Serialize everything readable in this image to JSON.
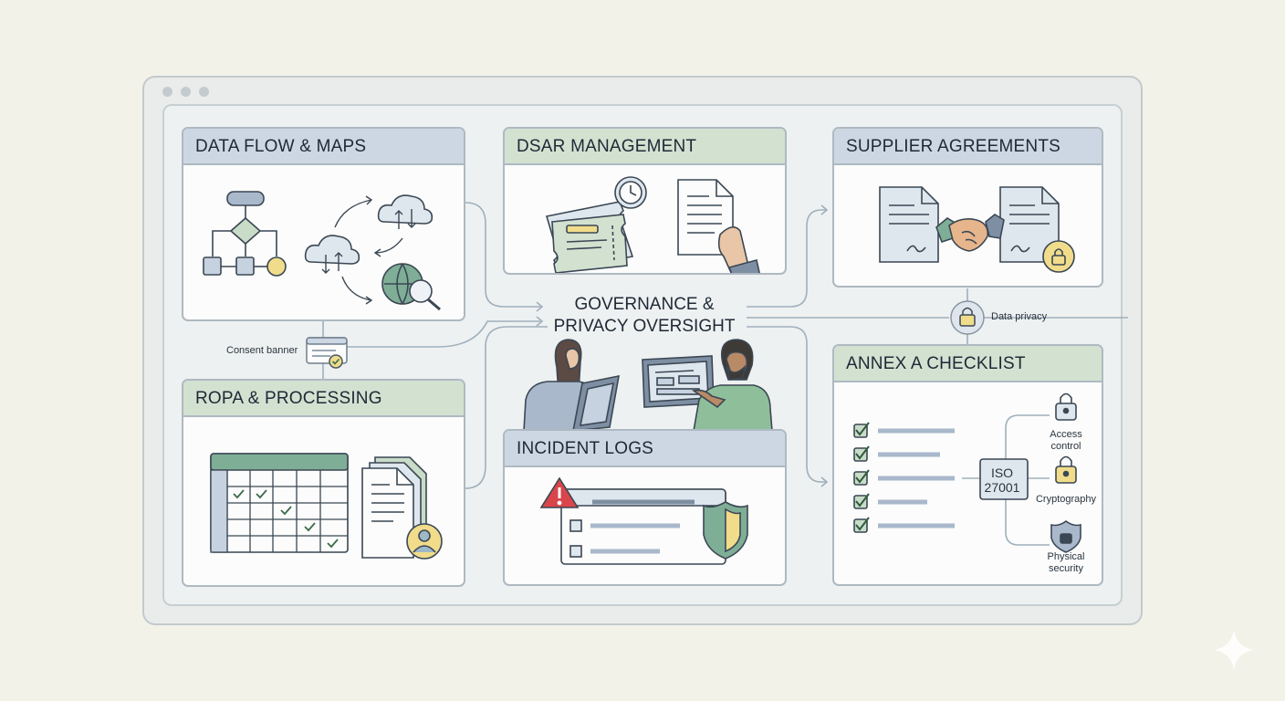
{
  "panels": {
    "data_flow": {
      "title": "DATA FLOW & MAPS"
    },
    "dsar": {
      "title": "DSAR MANAGEMENT"
    },
    "supplier": {
      "title": "SUPPLIER AGREEMENTS"
    },
    "ropa": {
      "title": "ROPA & PROCESSING"
    },
    "incident": {
      "title": "INCIDENT LOGS"
    },
    "annex": {
      "title": "ANNEX A CHECKLIST"
    }
  },
  "center": {
    "line1": "GOVERNANCE &",
    "line2": "PRIVACY OVERSIGHT"
  },
  "labels": {
    "consent_banner": "Consent banner",
    "data_privacy": "Data privacy",
    "iso_line1": "ISO",
    "iso_line2": "27001",
    "access_control_1": "Access",
    "access_control_2": "control",
    "cryptography": "Cryptography",
    "physical_security_1": "Physical",
    "physical_security_2": "security"
  },
  "colors": {
    "blue_header": "#cdd7e4",
    "green_header": "#d3e1d1",
    "accent_yellow": "#f0dc8a",
    "accent_green": "#8fbf9a",
    "alert_red": "#d9454a"
  }
}
